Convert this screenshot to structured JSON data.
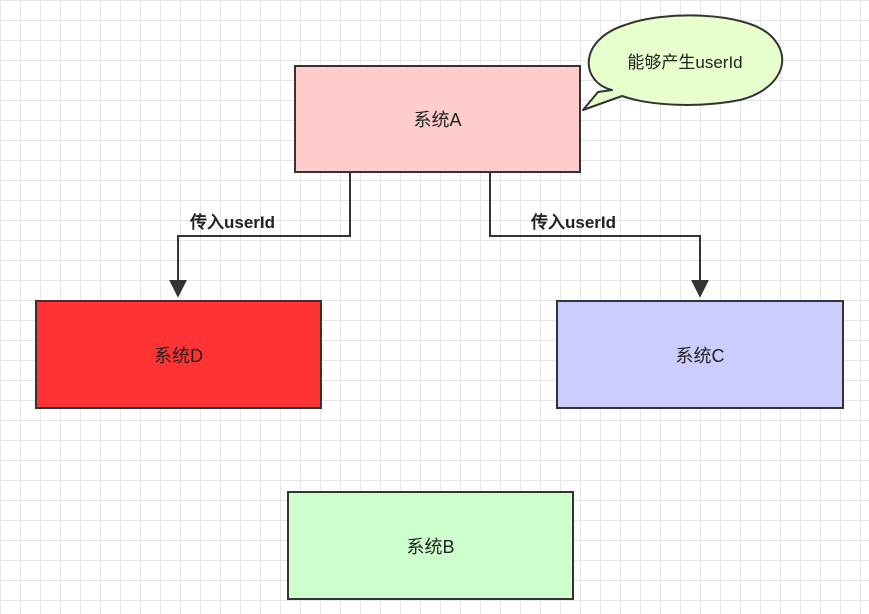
{
  "nodes": {
    "system_a": {
      "label": "系统A",
      "fill": "#ffcccc"
    },
    "system_d": {
      "label": "系统D",
      "fill": "#ff3333"
    },
    "system_c": {
      "label": "系统C",
      "fill": "#ccccff"
    },
    "system_b": {
      "label": "系统B",
      "fill": "#ccffcc"
    }
  },
  "edges": {
    "a_to_d": {
      "label": "传入userId"
    },
    "a_to_c": {
      "label": "传入userId"
    }
  },
  "callout": {
    "text": "能够产生userId",
    "fill": "#e6ffcc"
  },
  "colors": {
    "stroke": "#333333",
    "grid": "#e6e6e6"
  }
}
